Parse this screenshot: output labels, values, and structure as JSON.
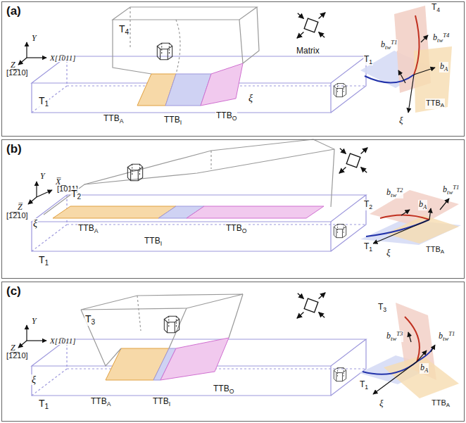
{
  "diagram": {
    "nodes": [
      {
        "text": [
          "(a)"
        ]
      },
      {
        "text": [
          "(b)"
        ]
      },
      {
        "text": [
          "(c)"
        ]
      }
    ],
    "labels": [
      "Y",
      "X[1̅011]",
      "Z",
      "[1̅2̅10]",
      "T4",
      "T1",
      "TTBA",
      "TTBI",
      "TTBO",
      "ξ",
      "Matrix",
      "T4",
      "T1",
      "btwT4",
      "btwT1",
      "bA",
      "TTBA",
      "ξ",
      "Y",
      "X̅",
      "[1̅011]",
      "Z̅",
      "[1̅2̅10]",
      "T2",
      "ξ",
      "TTBA",
      "TTBI",
      "TTBO",
      "T1",
      "T2",
      "btwT2",
      "bA",
      "btwT1",
      "T1",
      "TTBA",
      "ξ",
      "Y",
      "X[1̅011]",
      "Z",
      "[1̅2̅10]",
      "T3",
      "ξ",
      "TTBA",
      "TTBI",
      "TTBO",
      "T1",
      "T3",
      "btwT3",
      "btwT1",
      "bA",
      "T1",
      "TTBA",
      "ξ"
    ]
  }
}
